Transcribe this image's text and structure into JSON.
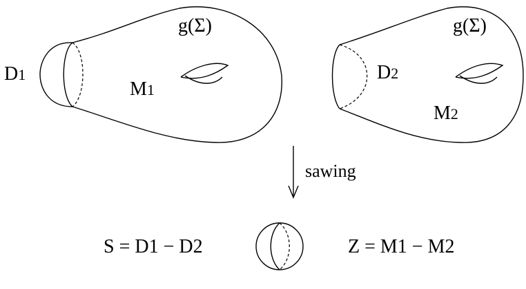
{
  "labels": {
    "left_disk": "D",
    "left_disk_sub": "1",
    "left_manifold": "M",
    "left_manifold_sub": "1",
    "left_genus": "g(Σ)",
    "right_disk": "D",
    "right_disk_sub": "2",
    "right_manifold": "M",
    "right_manifold_sub": "2",
    "right_genus": "g(Σ)",
    "arrow_caption": "sawing",
    "sphere_formula": "S = D1 − D2",
    "manifold_formula": "Z = M1 − M2"
  }
}
